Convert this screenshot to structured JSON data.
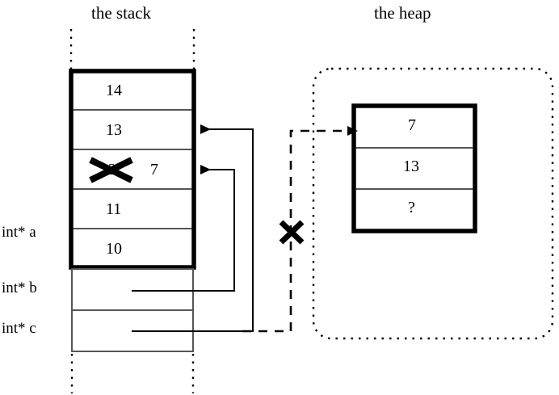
{
  "diagram": {
    "titles": {
      "stack": "the stack",
      "heap": "the heap"
    },
    "stack": {
      "frame_cells": [
        {
          "value": "14",
          "struck": false,
          "extra": ""
        },
        {
          "value": "13",
          "struck": false,
          "extra": ""
        },
        {
          "value": "12",
          "struck": true,
          "extra": "7"
        },
        {
          "value": "11",
          "struck": false,
          "extra": ""
        },
        {
          "value": "10",
          "struck": false,
          "extra": ""
        }
      ],
      "pointer_labels": [
        "int* a",
        "int* b",
        "int* c"
      ],
      "pointer_cells": [
        {
          "label": "int* b",
          "value": ""
        },
        {
          "label": "int* c",
          "value": ""
        }
      ]
    },
    "heap": {
      "cells": [
        {
          "value": "7"
        },
        {
          "value": "13"
        },
        {
          "value": "?"
        }
      ]
    },
    "annotations": {
      "strike_marks": [
        "x-mark-over-12",
        "x-mark-over-dangling-pointer"
      ],
      "arrows": [
        {
          "name": "pointer-b-to-cell-12",
          "from": "int* b",
          "to": "stack cell 12/7"
        },
        {
          "name": "pointer-c-to-cell-13",
          "from": "int* c",
          "to": "stack cell 13"
        },
        {
          "name": "dangling-pointer-to-heap",
          "from": "int* c",
          "to": "heap cell 7",
          "style": "dashed",
          "invalidated": true
        }
      ]
    },
    "colors": {
      "ink": "#000000",
      "background": "#ffffff",
      "thin_line": "#555555"
    }
  }
}
